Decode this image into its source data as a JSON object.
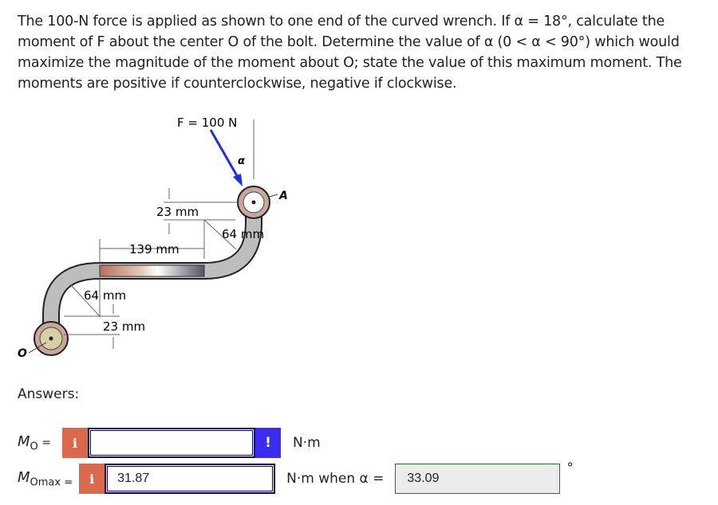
{
  "problem": {
    "text": "The 100-N force is applied as shown to one end of the curved wrench. If α = 18°, calculate the moment of F about the center O of the bolt. Determine the value of α (0 < α < 90°) which would maximize the magnitude of the moment about O; state the value of this maximum moment. The moments are positive if counterclockwise, negative if clockwise."
  },
  "figure": {
    "force_label": "F = 100 N",
    "alpha_label": "α",
    "point_a": "A",
    "point_o": "O",
    "dim_23_top": "23 mm",
    "dim_64_top": "64 mm",
    "dim_139": "139 mm",
    "dim_64_bottom": "64 mm",
    "dim_23_bottom": "23 mm",
    "force_color": "#1f2ee0"
  },
  "answers": {
    "heading": "Answers:",
    "mo": {
      "label": "M",
      "sub": "O",
      "eq": " =",
      "info_icon": "i",
      "value": "",
      "warn_icon": "!",
      "unit": "N·m"
    },
    "momax": {
      "label": "M",
      "sub": "Omax =",
      "info_icon": "i",
      "value": "31.87",
      "unit": "N·m when α =",
      "alpha_value": "33.09",
      "degree": "°"
    }
  }
}
